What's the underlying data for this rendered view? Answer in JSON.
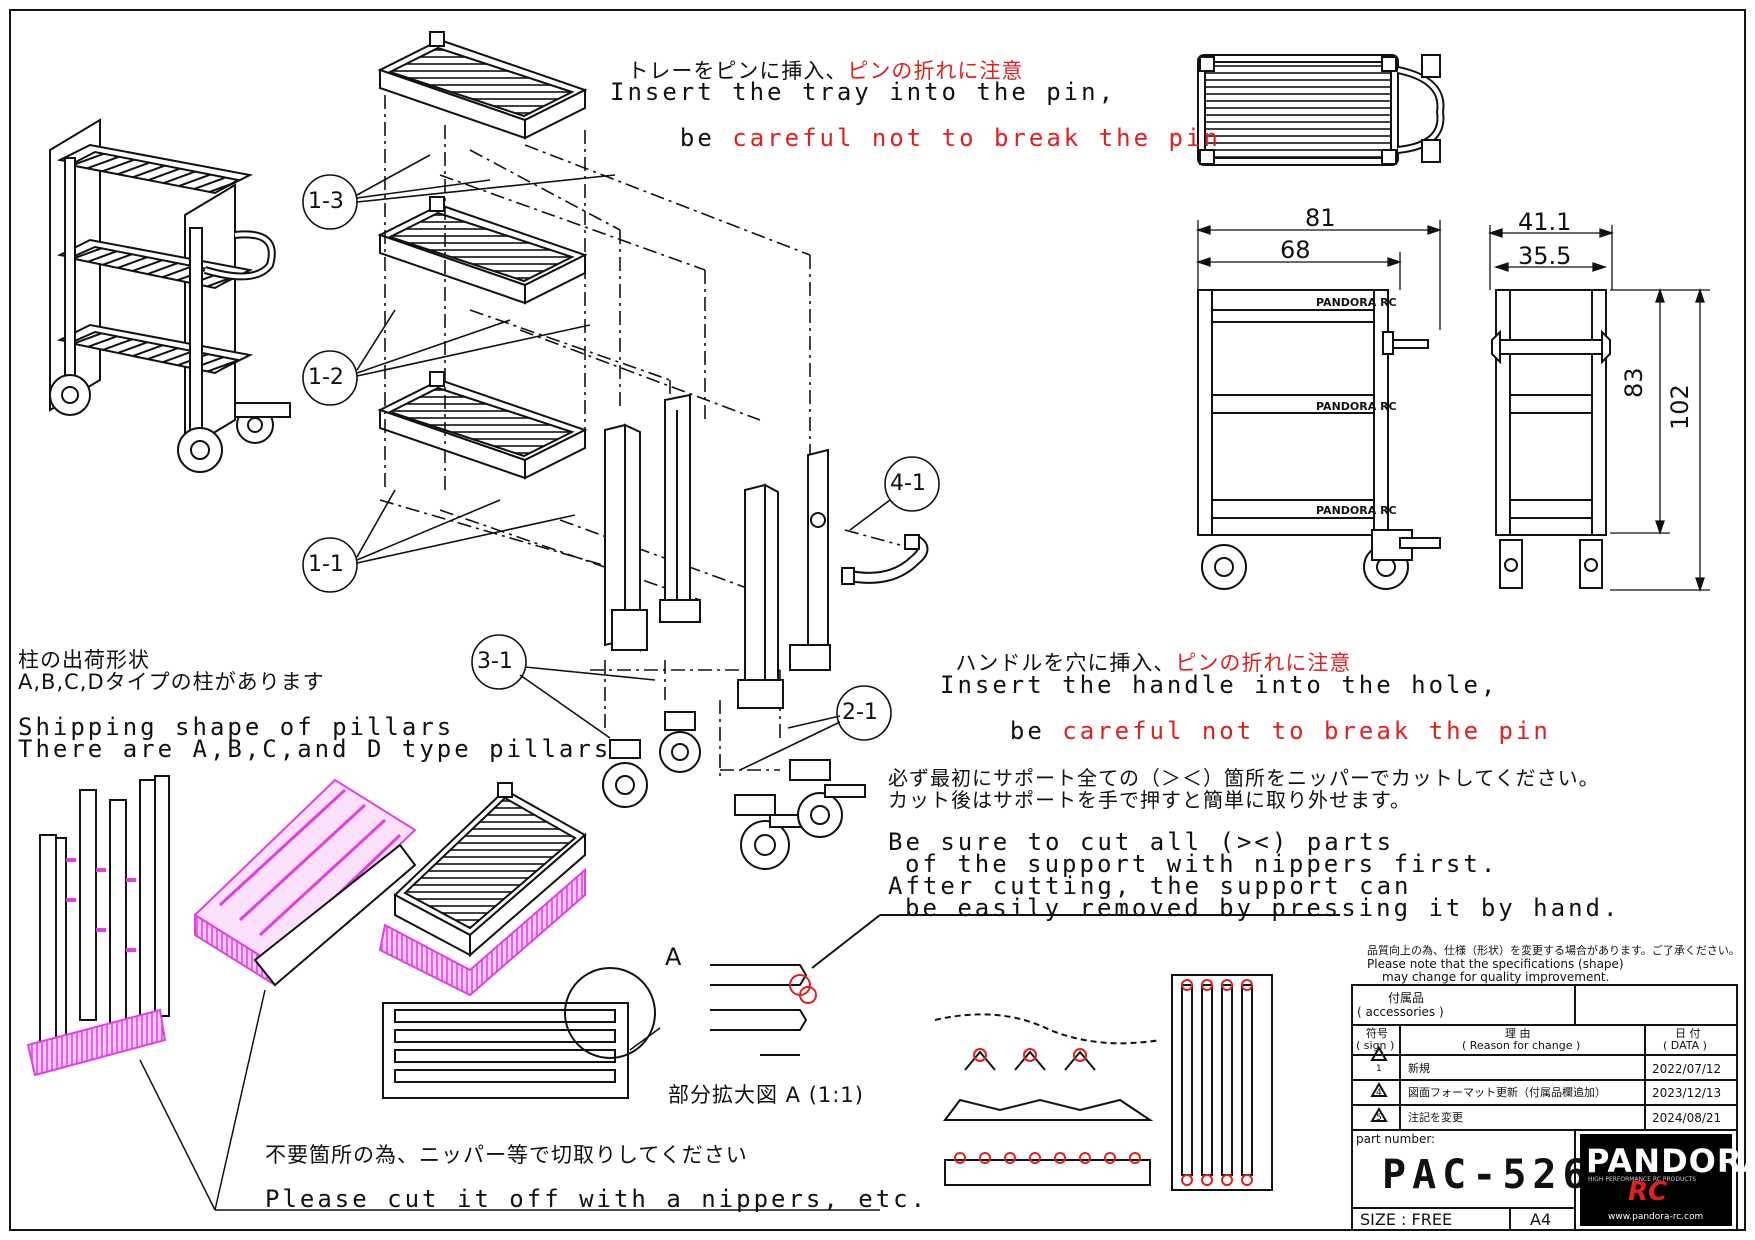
{
  "notes": {
    "tray_jp_a": "トレーをピンに挿入、",
    "tray_jp_b": "ピンの折れに注意",
    "tray_en_1": "Insert the tray into the pin,",
    "tray_en_2a": "be ",
    "tray_en_2b": "careful not to break the pin",
    "handle_jp_a": "ハンドルを穴に挿入、",
    "handle_jp_b": "ピンの折れに注意",
    "handle_en_1": "Insert the handle into the hole,",
    "handle_en_2a": "be ",
    "handle_en_2b": "careful not to break the pin",
    "pillar_jp_1": "柱の出荷形状",
    "pillar_jp_2": "A,B,C,Dタイプの柱があります",
    "pillar_en_1": "Shipping shape of pillars",
    "pillar_en_2": "There are A,B,C,and D type pillars",
    "support_jp_1": "必ず最初にサポート全ての（＞＜）箇所をニッパーでカットしてください。",
    "support_jp_2": "カット後はサポートを手で押すと簡単に取り外せます。",
    "support_en_1": "Be sure to cut all (><) parts",
    "support_en_2": "of the support with nippers first.",
    "support_en_3": "After cutting, the support can",
    "support_en_4": "be easily removed by pressing it by hand.",
    "cut_jp": "不要箇所の為、ニッパー等で切取りしてください",
    "cut_en": "Please cut it off with a nippers, etc.",
    "detail_label": "部分拡大図 A (1:1)",
    "detail_letter": "A"
  },
  "callouts": [
    "1-3",
    "1-2",
    "1-1",
    "4-1",
    "3-1",
    "2-1"
  ],
  "dimensions": {
    "width_outer": "81",
    "width_inner": "68",
    "depth_outer": "41.1",
    "depth_inner": "35.5",
    "height_inner": "83",
    "height_outer": "102"
  },
  "brand_on_tray": "PANDORA RC",
  "title_block": {
    "spec_note_jp": "品質向上の為、仕様（形状）を変更する場合があります。ご了承ください。",
    "spec_note_en_1": "Please note that the specifications (shape)",
    "spec_note_en_2": "may change for quality improvement.",
    "accessories_jp": "付属品",
    "accessories_en": "( accessories )",
    "sign_jp": "符号",
    "sign_en": "( sign )",
    "reason_jp": "理 由",
    "reason_en": "( Reason for change )",
    "date_jp": "日 付",
    "date_en": "( DATA )",
    "revisions": [
      {
        "sign": "1",
        "reason": "新規",
        "date": "2022/07/12"
      },
      {
        "sign": "4",
        "reason": "図面フォーマット更新（付属品欄追加）",
        "date": "2023/12/13"
      },
      {
        "sign": "5",
        "reason": "注記を変更",
        "date": "2024/08/21"
      }
    ],
    "part_number_label": "part number:",
    "part_number": "PAC-526",
    "size_label": "SIZE : FREE",
    "paper": "A4",
    "logo_main": "PANDORA",
    "logo_sub": "RC",
    "logo_tag": "HIGH PERFORMANCE RC PRODUCTS",
    "logo_url": "www.pandora-rc.com"
  },
  "colors": {
    "line": "#111111",
    "accent_red": "#e02020",
    "support_magenta": "#e040e0"
  }
}
